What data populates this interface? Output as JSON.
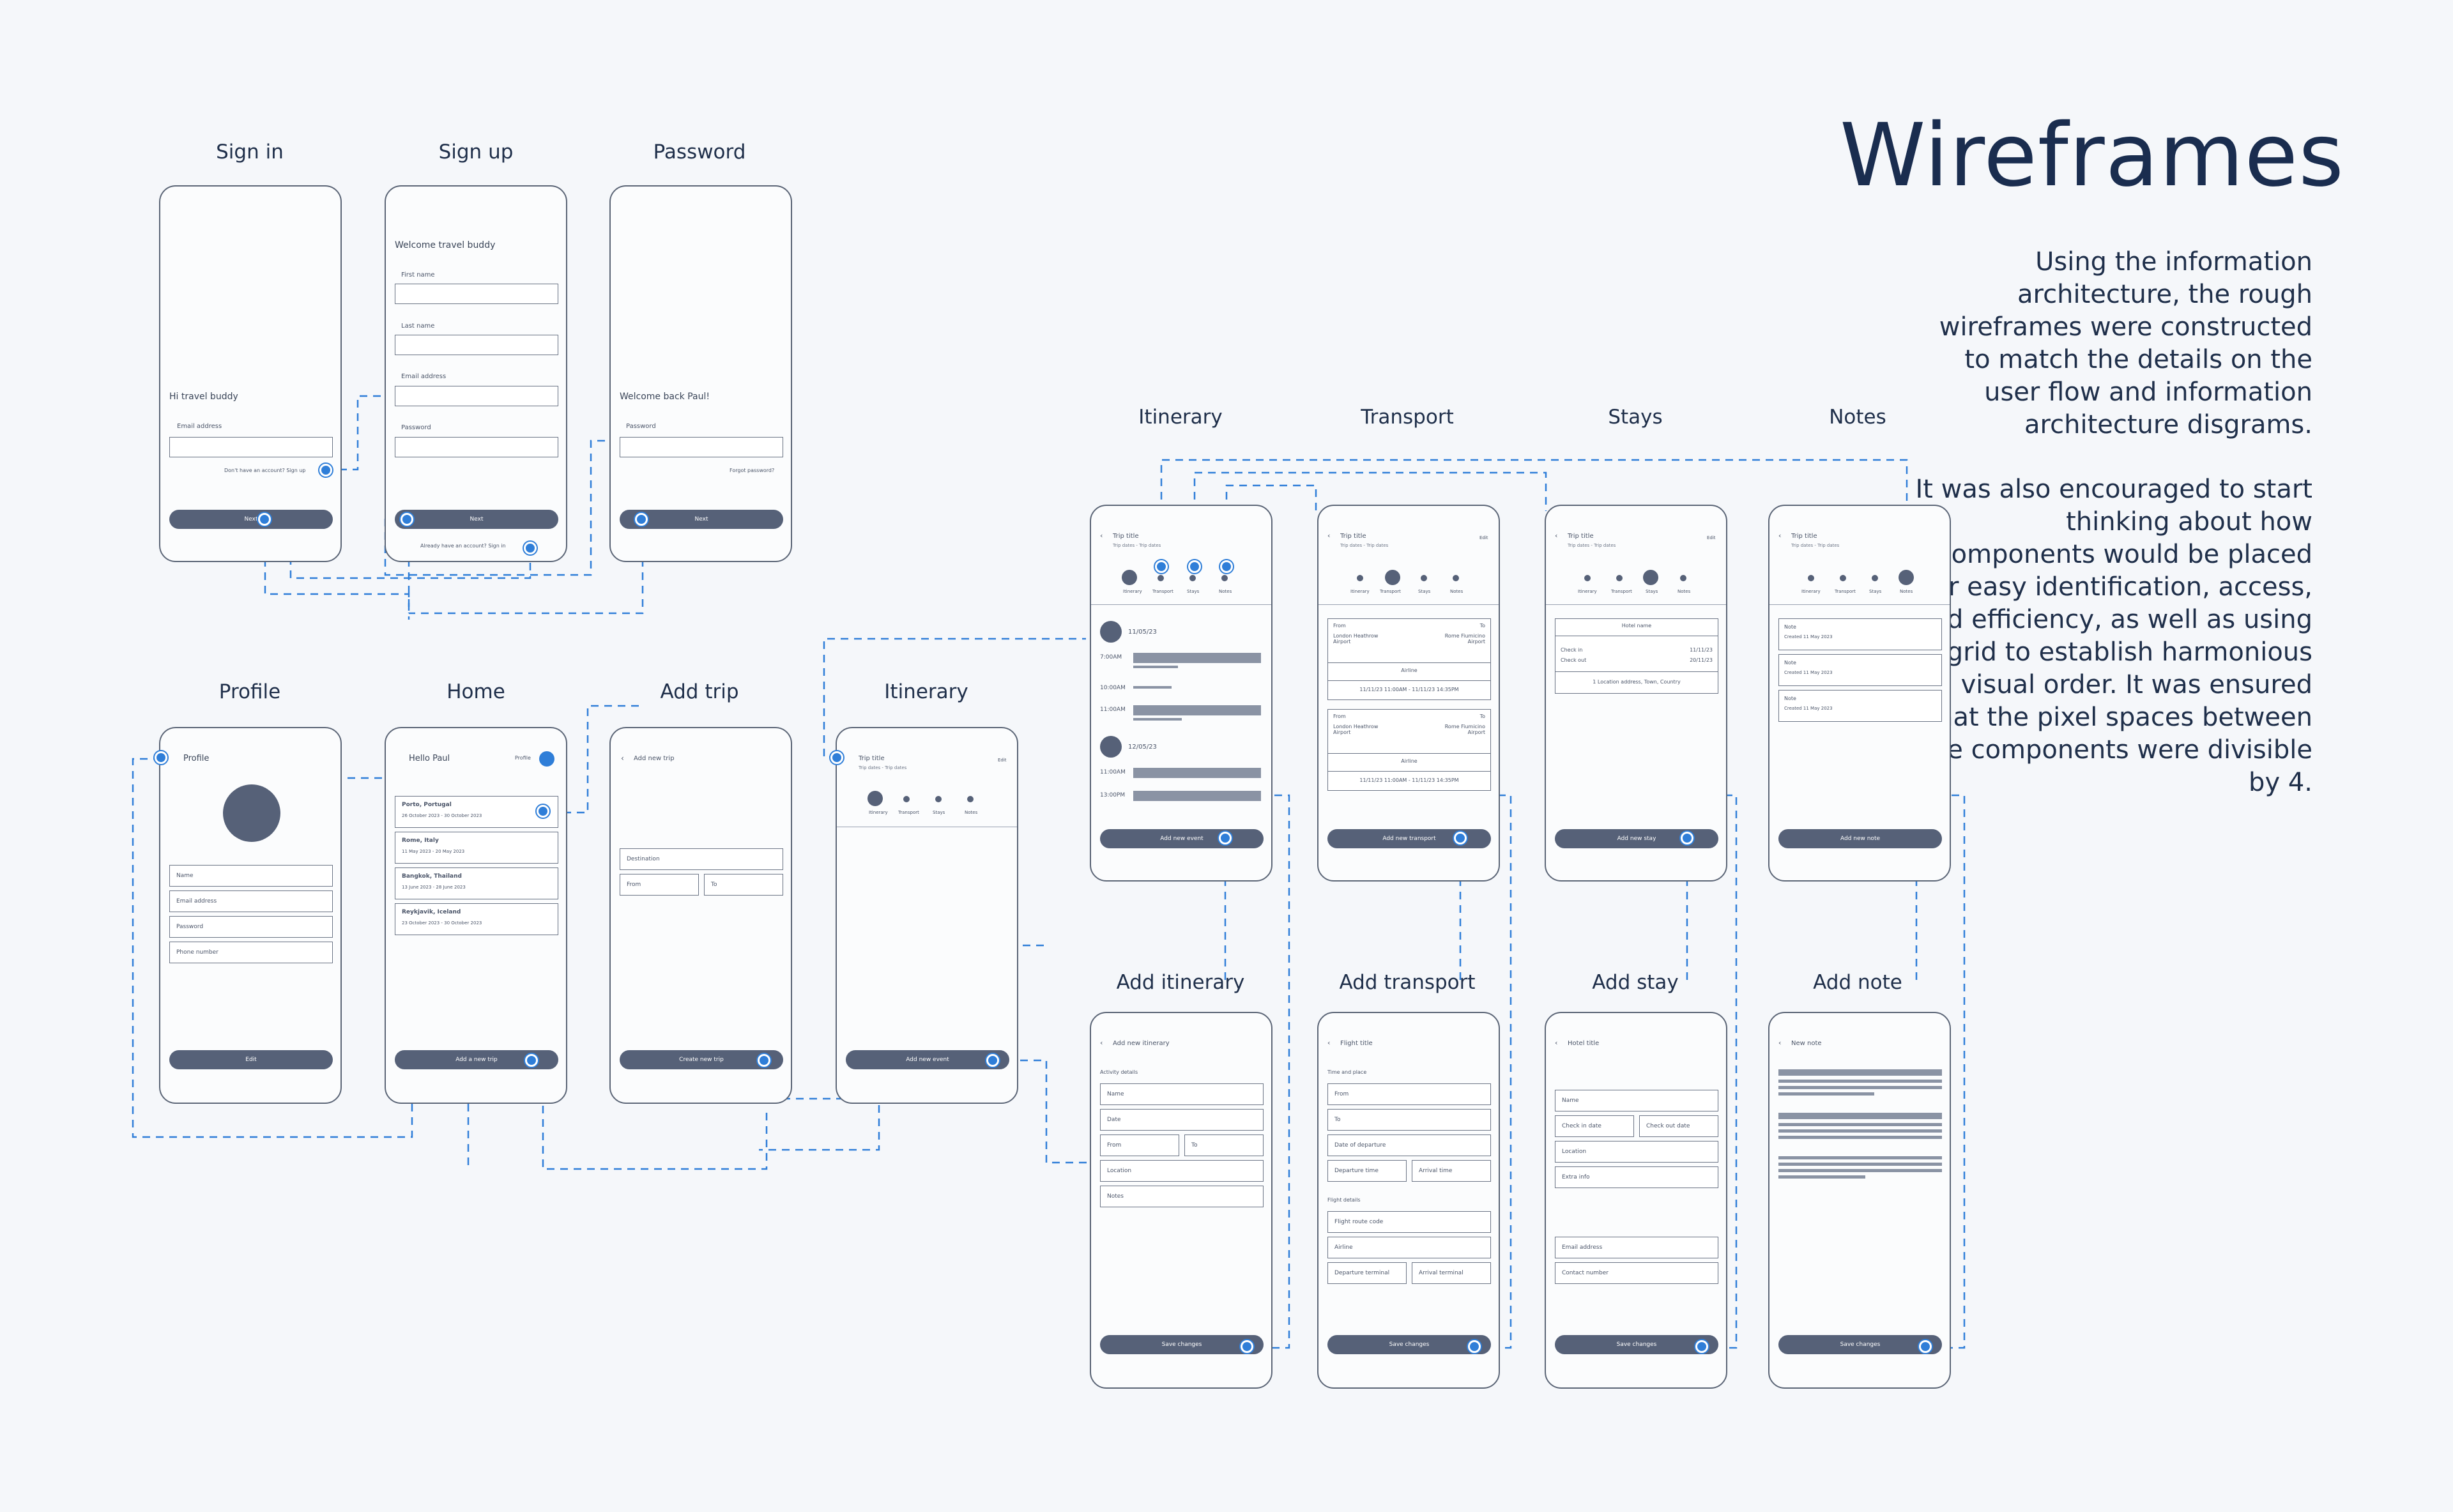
{
  "header": {
    "title": "Wireframes",
    "paragraph1": "Using the information architecture, the rough wireframes were constructed to match the details on the user flow and information architecture disgrams.",
    "paragraph2": "It was also encouraged to start thinking about how components would be placed for easy identification, access, and efficiency, as well as using a grid to establish harmonious visual order. It was ensured that the pixel spaces between the components were divisible by 4."
  },
  "labels": {
    "signin": "Sign in",
    "signup": "Sign up",
    "password": "Password",
    "profile": "Profile",
    "home": "Home",
    "addtrip": "Add trip",
    "itinerary_main": "Itinerary",
    "itinerary": "Itinerary",
    "transport": "Transport",
    "stays": "Stays",
    "notes": "Notes",
    "add_itinerary": "Add itinerary",
    "add_transport": "Add transport",
    "add_stay": "Add stay",
    "add_note": "Add note"
  },
  "signin": {
    "greeting": "Hi travel buddy",
    "email_label": "Email address",
    "no_account": "Don't have an account? Sign up",
    "next": "Next"
  },
  "signup": {
    "greeting": "Welcome travel buddy",
    "first": "First name",
    "last": "Last name",
    "email": "Email address",
    "password": "Password",
    "next": "Next",
    "have_account": "Already have an account? Sign in"
  },
  "password": {
    "greeting": "Welcome back Paul!",
    "label": "Password",
    "forgot": "Forgot password?",
    "next": "Next"
  },
  "profile": {
    "title": "Profile",
    "name": "Name",
    "email": "Email address",
    "password": "Password",
    "phone": "Phone number",
    "edit": "Edit"
  },
  "home": {
    "greeting": "Hello Paul",
    "profile": "Profile",
    "add": "Add a new trip",
    "trips": [
      {
        "place": "Porto, Portugal",
        "dates": "26 October 2023 - 30 October 2023"
      },
      {
        "place": "Rome, Italy",
        "dates": "11 May 2023 - 20 May 2023"
      },
      {
        "place": "Bangkok, Thailand",
        "dates": "13 June 2023 - 28 June 2023"
      },
      {
        "place": "Reykjavik, Iceland",
        "dates": "23 October 2023 - 30 October 2023"
      }
    ]
  },
  "addtrip": {
    "title": "Add new trip",
    "destination": "Destination",
    "from": "From",
    "to": "To",
    "create": "Create new trip"
  },
  "trip": {
    "title": "Trip title",
    "dates": "Trip dates - Trip dates",
    "edit": "Edit",
    "tab1": "Itinerary",
    "tab2": "Transport",
    "tab3": "Stays",
    "tab4": "Notes",
    "add_event": "Add new event"
  },
  "itin": {
    "date1": "11/05/23",
    "t1": "7:00AM",
    "t2": "10:00AM",
    "t3": "11:00AM",
    "date2": "12/05/23",
    "t4": "11:00AM",
    "t5": "13:00PM",
    "add": "Add new event"
  },
  "transport": {
    "from": "From",
    "to": "To",
    "origin": "London Heathrow Airport",
    "dest": "Rome Fiumicino Airport",
    "airline": "Airline",
    "times": "11/11/23 11:00AM - 11/11/23 14:35PM",
    "add": "Add new transport"
  },
  "stays": {
    "hotel": "Hotel name",
    "checkin": "Check in",
    "checkout": "Check out",
    "d1": "11/11/23",
    "d2": "20/11/23",
    "address": "1 Location address, Town, Country",
    "add": "Add new stay"
  },
  "notes": {
    "note": "Note",
    "created": "Created 11 May 2023",
    "add": "Add new note"
  },
  "add_itin": {
    "title": "Add new itinerary",
    "section": "Activity details",
    "name": "Name",
    "date": "Date",
    "from": "From",
    "to": "To",
    "location": "Location",
    "notes": "Notes",
    "save": "Save changes"
  },
  "add_trans": {
    "title": "Flight title",
    "section": "Time and place",
    "from": "From",
    "to": "To",
    "date": "Date of departure",
    "dep": "Departure time",
    "arr": "Arrival time",
    "section2": "Flight details",
    "route": "Flight route code",
    "airline": "Airline",
    "dterm": "Departure terminal",
    "aterm": "Arrival terminal",
    "save": "Save changes"
  },
  "add_stay": {
    "title": "Hotel title",
    "name": "Name",
    "in": "Check in date",
    "out": "Check out date",
    "location": "Location",
    "extra": "Extra info",
    "email": "Email address",
    "contact": "Contact number",
    "save": "Save changes"
  },
  "add_note": {
    "title": "New note",
    "save": "Save changes"
  },
  "colors": {
    "accent": "#2f7ed8",
    "button": "#566178",
    "frame": "#5b6576"
  }
}
